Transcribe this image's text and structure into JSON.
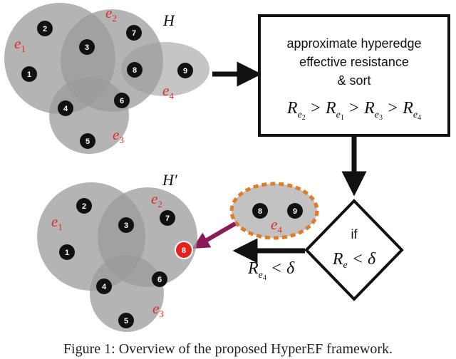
{
  "colors": {
    "hyperedge_fill": "#9b9b9b",
    "hyperedge_light": "#c2c2c2",
    "node": "#111111",
    "edge_label": "#e02a26",
    "removed_node": "#e8221b",
    "dashed_outline": "#e07b28",
    "arrow": "#111111",
    "move_arrow": "#8a1a58"
  },
  "top_graph": {
    "title": "H",
    "edges": [
      {
        "name": "e",
        "sub": "1"
      },
      {
        "name": "e",
        "sub": "2"
      },
      {
        "name": "e",
        "sub": "3"
      },
      {
        "name": "e",
        "sub": "4"
      }
    ],
    "nodes": [
      "1",
      "2",
      "3",
      "4",
      "5",
      "6",
      "7",
      "8",
      "9"
    ]
  },
  "bottom_graph": {
    "title": "H′",
    "edges": [
      {
        "name": "e",
        "sub": "1"
      },
      {
        "name": "e",
        "sub": "2"
      },
      {
        "name": "e",
        "sub": "3"
      }
    ],
    "nodes": [
      "1",
      "2",
      "3",
      "4",
      "5",
      "6",
      "7"
    ],
    "highlighted_node": "8"
  },
  "removed_edge": {
    "nodes": [
      "8",
      "9"
    ],
    "label": {
      "name": "e",
      "sub": "4"
    }
  },
  "process_box": {
    "lines": [
      "approximate hyperedge",
      "effective resistance",
      "& sort"
    ],
    "ordering": {
      "symbol": "R",
      "terms": [
        "2",
        "1",
        "3",
        "4"
      ],
      "operator": ">"
    }
  },
  "decision": {
    "if_label": "if",
    "condition": {
      "lhs": "R",
      "lhs_sub": "e",
      "op": "<",
      "rhs": "δ"
    }
  },
  "result_condition": {
    "lhs": "R",
    "lhs_sub": "e",
    "lhs_subsub": "4",
    "op": "<",
    "rhs": "δ"
  },
  "caption": "Figure 1: Overview of the proposed HyperEF framework."
}
